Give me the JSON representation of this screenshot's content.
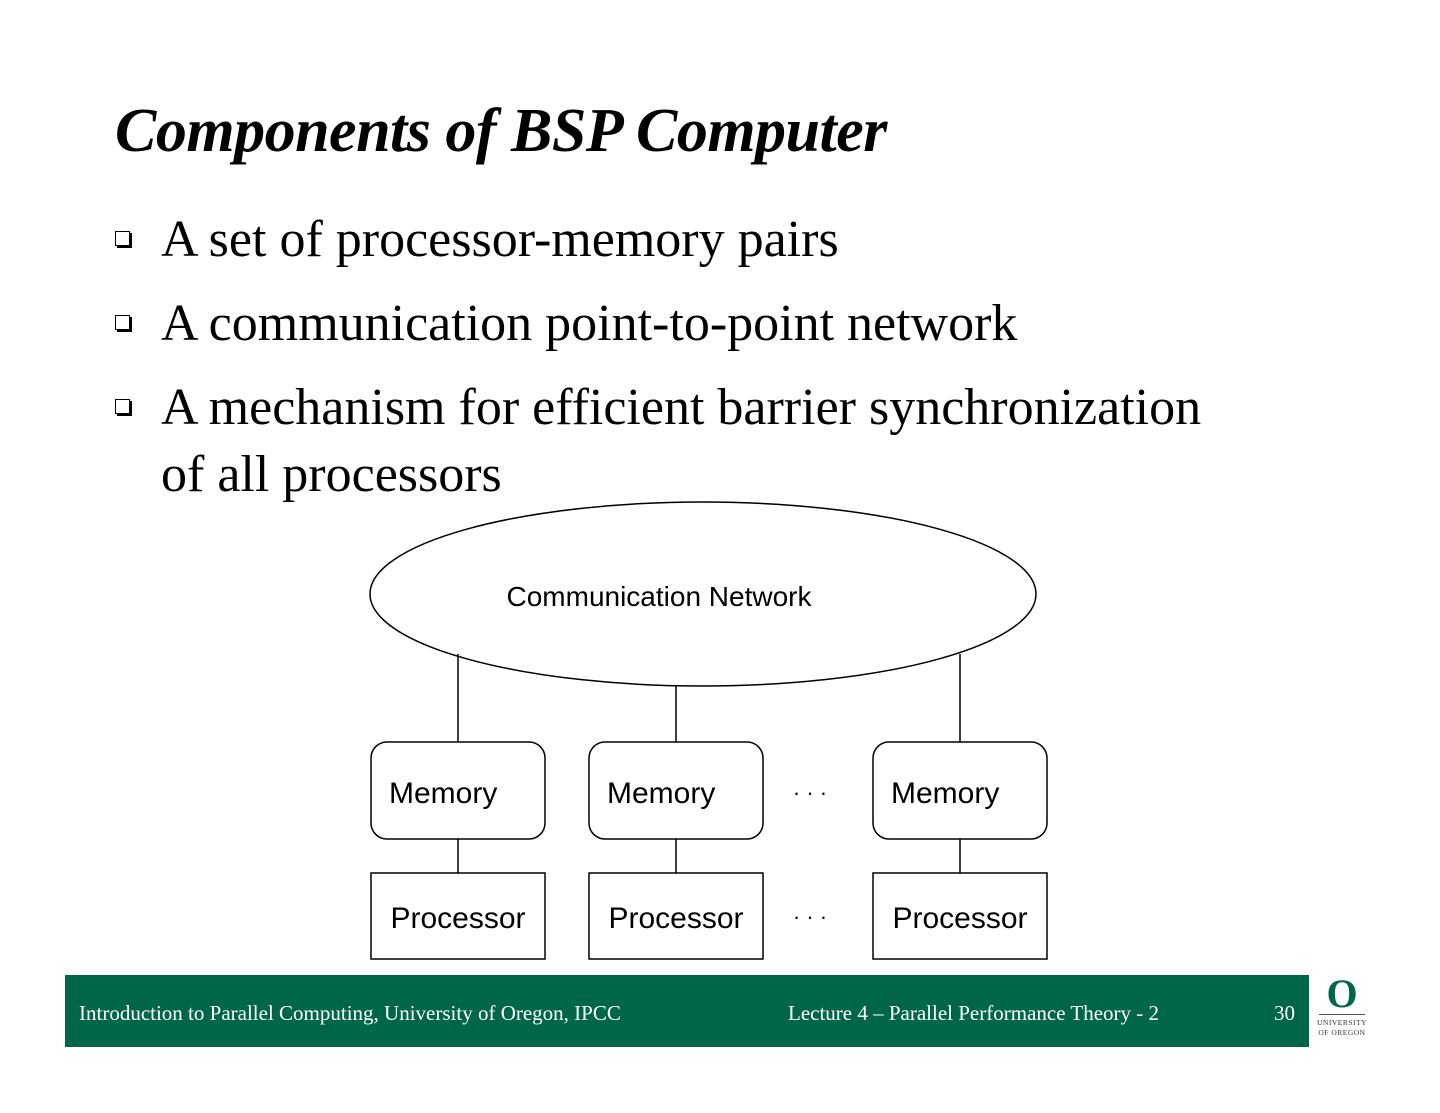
{
  "slide": {
    "title": "Components of BSP Computer",
    "bullets": [
      "A set of processor-memory pairs",
      "A communication point-to-point network",
      "A mechanism for efficient barrier synchronization",
      "of all processors"
    ]
  },
  "diagram": {
    "network_label": "Communication Network",
    "memory_labels": [
      "Memory",
      "Memory",
      "Memory"
    ],
    "processor_labels": [
      "Processor",
      "Processor",
      "Processor"
    ],
    "ellipsis": "· · ·"
  },
  "footer": {
    "course": "Introduction to Parallel Computing, University of Oregon, IPCC",
    "lecture": "Lecture 4 – Parallel Performance Theory - 2",
    "page_number": "30",
    "logo_letter": "O",
    "logo_line1": "UNIVERSITY",
    "logo_line2": "OF OREGON",
    "color": "#00664a"
  }
}
